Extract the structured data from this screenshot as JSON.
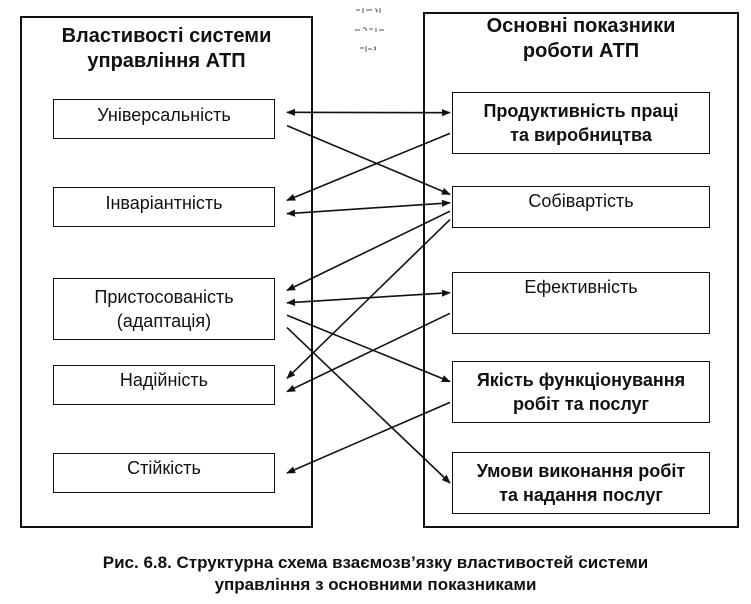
{
  "left_panel": {
    "title": "Властивості системи\nуправління АТП",
    "items": [
      "Універсальність",
      "Інваріантність",
      "Пристосованість\n(адаптація)",
      "Надійність",
      "Стійкість"
    ]
  },
  "right_panel": {
    "title": "Основні показники\nроботи АТП",
    "items": [
      "Продуктивність праці\nта виробництва",
      "Собівартість",
      "Ефективність",
      "Якість функціонування\nробіт та послуг",
      "Умови виконання робіт\nта надання послуг"
    ]
  },
  "connections": [
    {
      "from": 1,
      "to": 1,
      "direction": "both"
    },
    {
      "from": 1,
      "to": 2,
      "direction": "to-right"
    },
    {
      "from": 2,
      "to": 1,
      "direction": "to-left"
    },
    {
      "from": 2,
      "to": 2,
      "direction": "both"
    },
    {
      "from": 3,
      "to": 2,
      "direction": "to-left"
    },
    {
      "from": 3,
      "to": 3,
      "direction": "both"
    },
    {
      "from": 3,
      "to": 4,
      "direction": "to-right"
    },
    {
      "from": 3,
      "to": 5,
      "direction": "to-right"
    },
    {
      "from": 4,
      "to": 2,
      "direction": "to-left"
    },
    {
      "from": 4,
      "to": 3,
      "direction": "to-left"
    },
    {
      "from": 5,
      "to": 4,
      "direction": "to-left"
    }
  ],
  "caption": "Рис. 6.8. Структурна схема взаємозв’язку властивостей системи\nуправління з основними показниками",
  "colors": {
    "line": "#111111",
    "background": "#ffffff"
  }
}
